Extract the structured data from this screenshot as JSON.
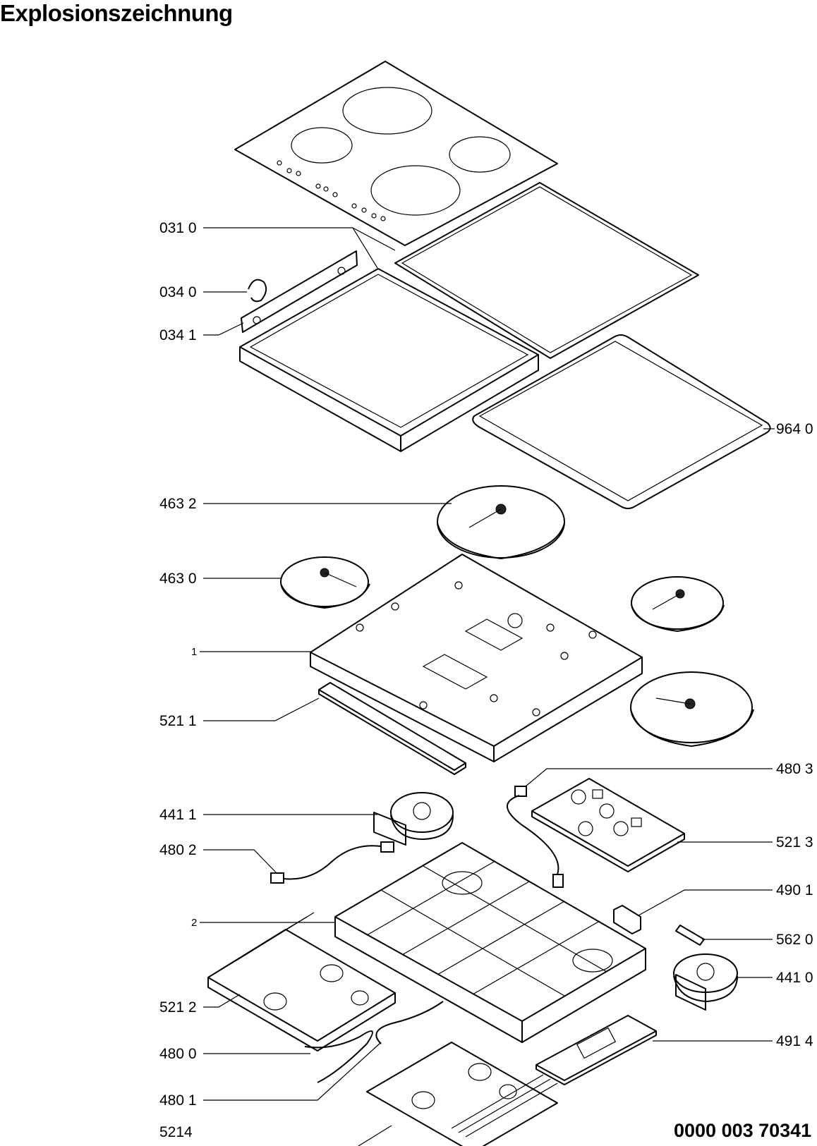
{
  "title": "Explosionszeichnung",
  "document_number": "0000 003 70341",
  "labels": {
    "l031_0": "031 0",
    "l034_0": "034 0",
    "l034_1": "034 1",
    "l964_0": "964 0",
    "l463_2": "463 2",
    "l463_0": "463 0",
    "l1": "1",
    "l521_1": "521 1",
    "l480_3": "480 3",
    "l441_1": "441 1",
    "l521_3": "521 3",
    "l480_2": "480 2",
    "l490_1": "490 1",
    "l2": "2",
    "l562_0": "562 0",
    "l441_0": "441 0",
    "l521_2": "521 2",
    "l480_0": "480 0",
    "l491_4": "491 4",
    "l480_1": "480 1",
    "l5214": "5214"
  }
}
